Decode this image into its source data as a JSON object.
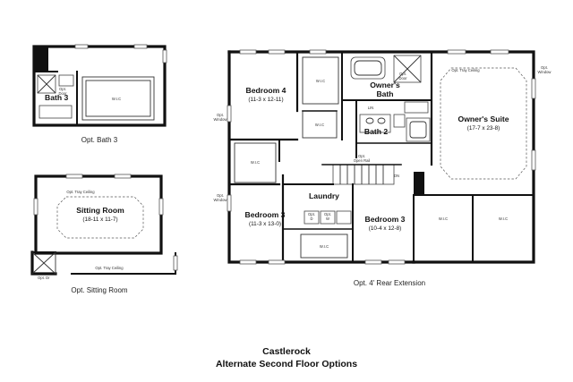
{
  "plan": {
    "title": "Castlerock",
    "subtitle": "Alternate Second Floor Options",
    "captions": {
      "opt_bath3": "Opt. Bath 3",
      "opt_sitting": "Opt. Sitting Room",
      "opt_rear_ext": "Opt. 4' Rear Extension"
    },
    "rooms": {
      "bedroom4": {
        "name": "Bedroom 4",
        "dims": "(11-3 x 12-11)"
      },
      "owners_bath": {
        "name_line1": "Owner's",
        "name_line2": "Bath"
      },
      "owners_suite": {
        "name": "Owner's Suite",
        "dims": "(17-7 x 23-8)"
      },
      "bath2": {
        "name": "Bath 2"
      },
      "laundry": {
        "name": "Laundry"
      },
      "bedroom3_left": {
        "name": "Bedroom 3",
        "dims": "(11-3 x 13-0)"
      },
      "bedroom3_right": {
        "name": "Bedroom 3",
        "dims": "(10-4 x 12-8)"
      },
      "bath3_inset": {
        "name": "Bath 3"
      },
      "sitting_room": {
        "name": "Sitting Room",
        "dims": "(18-11 x 11-7)"
      }
    },
    "labels": {
      "wic": "W.I.C",
      "opt_tray": "Opt. Tray Ceiling",
      "opt_window": "Opt. Window",
      "opt_window_line1": "Opt.",
      "opt_window_line2": "Window",
      "opt_door": "Opt. Door",
      "opt_door_line1": "Opt.",
      "opt_door_line2": "Door",
      "opt_open_rail": "Opt. Open Rail",
      "opt_rail_line1": "Opt.",
      "opt_rail_line2": "Open Rail",
      "lin": "LIN",
      "dn": "DN",
      "opt_dr": "Opt. Dr",
      "dryer_line1": "Opt.",
      "dryer_line2": "D",
      "washer_line1": "Opt.",
      "washer_line2": "W"
    }
  }
}
